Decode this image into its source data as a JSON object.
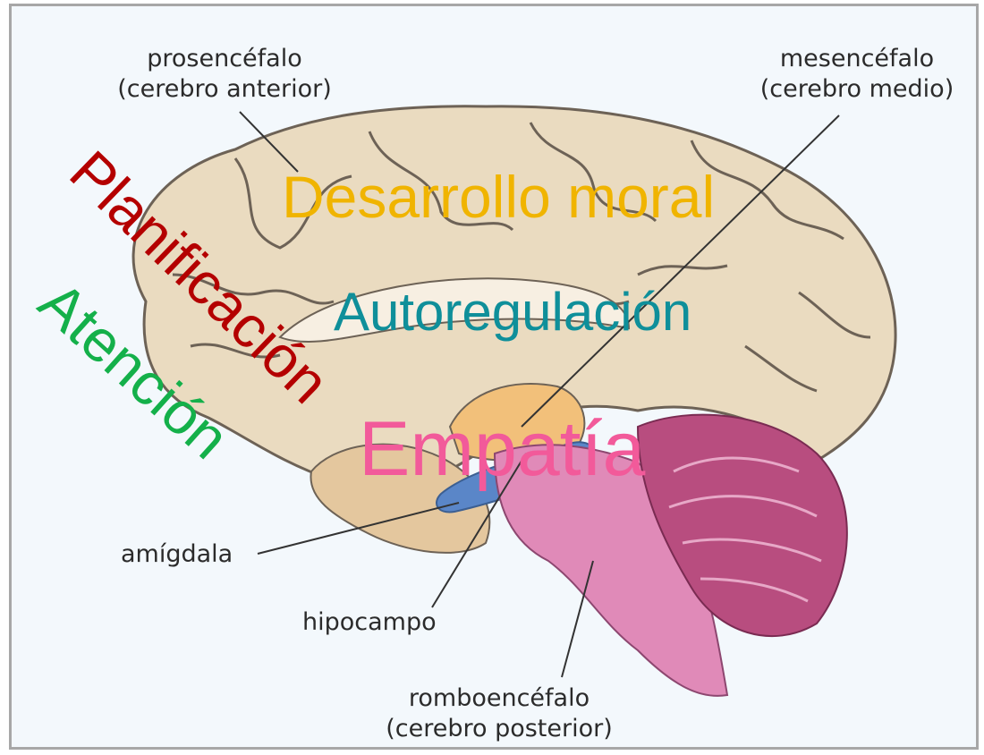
{
  "labels": {
    "forebrain_line1": "prosencéfalo",
    "forebrain_line2": "(cerebro anterior)",
    "midbrain_line1": "mesencéfalo",
    "midbrain_line2": "(cerebro medio)",
    "amygdala": "amígdala",
    "hippocampus": "hipocampo",
    "hindbrain_line1": "romboencéfalo",
    "hindbrain_line2": "(cerebro posterior)"
  },
  "overlays": {
    "moral": "Desarrollo moral",
    "planning": "Planificación",
    "attention": "Atención",
    "selfregulation": "Autoregulación",
    "empathy": "Empatía"
  },
  "colors": {
    "moral": "#f0b400",
    "planning": "#b40000",
    "attention": "#14b04a",
    "selfregulation": "#0f8f9a",
    "empathy": "#f25a9a",
    "cortex": "#eadbc0",
    "cerebellum": "#b84d7f",
    "brainstem": "#e08ab8",
    "amygdala": "#5a86c8",
    "midbrain": "#f2c07a"
  }
}
